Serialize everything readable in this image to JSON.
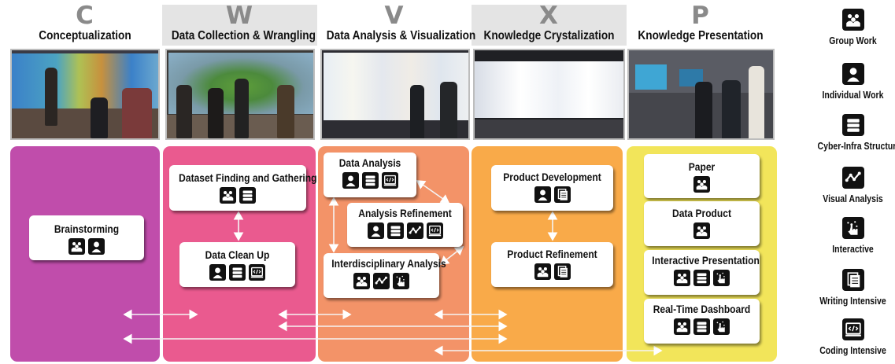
{
  "stages": [
    {
      "letter": "C",
      "title": "Conceptualization"
    },
    {
      "letter": "W",
      "title": "Data Collection & Wrangling"
    },
    {
      "letter": "V",
      "title": "Data Analysis & Visualization"
    },
    {
      "letter": "X",
      "title": "Knowledge Crystalization"
    },
    {
      "letter": "P",
      "title": "Knowledge Presentation"
    }
  ],
  "colors": {
    "conceptualization": "#c04dab",
    "wrangling": "#ea5a8f",
    "analysis": "#f39368",
    "crystalization": "#f9aa49",
    "presentation": "#f2e55a",
    "header_band": "#e4e4e4"
  },
  "activities": {
    "brainstorming": {
      "label": "Brainstorming",
      "icons": [
        "group-work",
        "individual-work"
      ]
    },
    "dataset_finding": {
      "label": "Dataset Finding and Gathering",
      "icons": [
        "group-work",
        "cyber-infra-structure"
      ]
    },
    "data_clean_up": {
      "label": "Data Clean Up",
      "icons": [
        "individual-work",
        "cyber-infra-structure",
        "coding-intensive"
      ]
    },
    "data_analysis": {
      "label": "Data Analysis",
      "icons": [
        "individual-work",
        "cyber-infra-structure",
        "coding-intensive"
      ]
    },
    "analysis_refinement": {
      "label": "Analysis Refinement",
      "icons": [
        "individual-work",
        "cyber-infra-structure",
        "visual-analysis",
        "coding-intensive"
      ]
    },
    "interdisciplinary_analysis": {
      "label": "Interdisciplinary Analysis",
      "icons": [
        "group-work",
        "visual-analysis",
        "interactive"
      ]
    },
    "product_development": {
      "label": "Product Development",
      "icons": [
        "individual-work",
        "writing-intensive"
      ]
    },
    "product_refinement": {
      "label": "Product Refinement",
      "icons": [
        "group-work",
        "writing-intensive"
      ]
    },
    "paper": {
      "label": "Paper",
      "icons": [
        "group-work"
      ]
    },
    "data_product": {
      "label": "Data Product",
      "icons": [
        "group-work"
      ]
    },
    "interactive_presentation": {
      "label": "Interactive Presentation",
      "icons": [
        "group-work",
        "cyber-infra-structure",
        "interactive"
      ]
    },
    "real_time_dashboard": {
      "label": "Real-Time Dashboard",
      "icons": [
        "group-work",
        "cyber-infra-structure",
        "interactive"
      ]
    }
  },
  "legend": [
    {
      "icon": "group-work",
      "label": "Group Work"
    },
    {
      "icon": "individual-work",
      "label": "Individual Work"
    },
    {
      "icon": "cyber-infra-structure",
      "label": "Cyber-Infra Structure"
    },
    {
      "icon": "visual-analysis",
      "label": "Visual Analysis"
    },
    {
      "icon": "interactive",
      "label": "Interactive"
    },
    {
      "icon": "writing-intensive",
      "label": "Writing Intensive"
    },
    {
      "icon": "coding-intensive",
      "label": "Coding Intensive"
    }
  ]
}
